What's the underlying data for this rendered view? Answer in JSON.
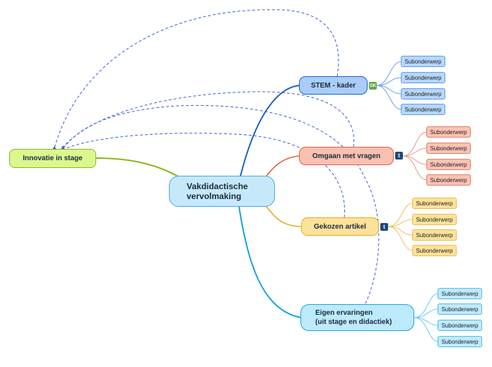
{
  "central": {
    "label_line1": "Vakdidactische",
    "label_line2": "vervolmaking"
  },
  "left_topic": {
    "label": "Innovatie in stage"
  },
  "topics": [
    {
      "label": "STEM - kader",
      "badge": "OK",
      "subtopics": [
        "Subonderwerp",
        "Subonderwerp",
        "Subonderwerp",
        "Subonderwerp"
      ]
    },
    {
      "label": "Omgaan met vragen",
      "badge": "t",
      "subtopics": [
        "Subonderwerp",
        "Subonderwerp",
        "Subonderwerp",
        "Subonderwerp"
      ]
    },
    {
      "label": "Gekozen artikel",
      "badge": "t",
      "subtopics": [
        "Subonderwerp",
        "Subonderwerp",
        "Subonderwerp",
        "Subonderwerp"
      ]
    },
    {
      "label_line1": "Eigen ervaringen",
      "label_line2": "(uit stage en didactiek)",
      "subtopics": [
        "Subonderwerp",
        "Subonderwerp",
        "Subonderwerp",
        "Subonderwerp"
      ]
    }
  ],
  "colors": {
    "stem": "#1f5fc4",
    "vragen": "#e0603c",
    "artikel": "#e6aa19",
    "ervaringen": "#1aa3dc",
    "innovatie": "#8ab51e",
    "relationship": "#3a5fd6",
    "badge_ok": "#6aa84f",
    "badge_t": "#1d4a7a"
  }
}
